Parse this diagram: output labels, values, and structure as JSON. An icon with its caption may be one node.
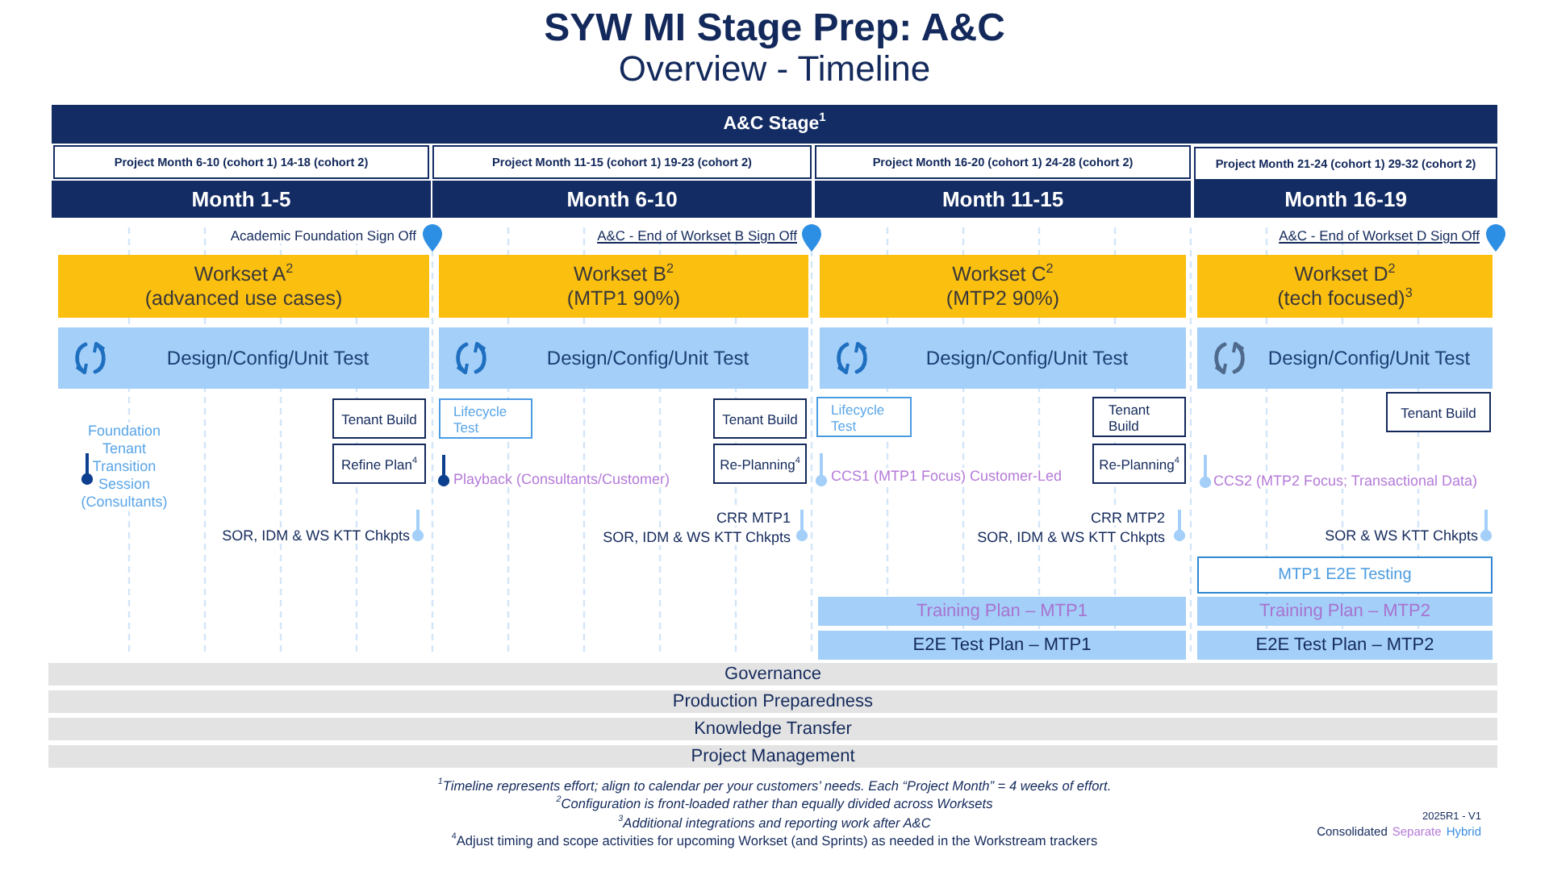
{
  "diagram": {
    "title": "**SYW MI Stage Prep: A&C** Overview - Timeline",
    "nodes": [
      {
        "text": [
          "A&C Stage$^{1}$"
        ]
      },
      {
        "text": [
          "Project Month 6-10 (cohort 1) 14-18 (cohort 2)"
        ]
      },
      {
        "text": [
          "Project Month 11-15 (cohort 1) 19-23 (cohort 2)"
        ]
      },
      {
        "text": [
          "Project Month 16-20 (cohort 1) 24-28 (cohort 2)"
        ]
      },
      {
        "text": [
          "Project Month 21-24 (cohort 1) 29-32 (cohort 2)"
        ]
      },
      {
        "text": [
          "Month 1-5"
        ]
      },
      {
        "text": [
          "Month 6-10"
        ]
      },
      {
        "text": [
          "Month 11-15"
        ]
      },
      {
        "text": [
          "Month 16-19"
        ]
      },
      {
        "text": [
          "Workset A$^{2}$",
          "(advanced use cases)"
        ]
      },
      {
        "text": [
          "Workset B$^{2}$",
          "(MTP1 90%)"
        ]
      },
      {
        "text": [
          "Workset C$^{2}$",
          "(MTP2 90%)"
        ]
      },
      {
        "text": [
          "Workset D$^{2}$",
          "(tech focused)$^{3}$"
        ]
      },
      {
        "text": [
          "Design/Config/Unit Test"
        ]
      },
      {
        "text": [
          "Design/Config/Unit Test"
        ]
      },
      {
        "text": [
          "Design/Config/Unit Test"
        ]
      },
      {
        "text": [
          "Design/Config/Unit Test"
        ]
      },
      {
        "text": [
          "Tenant Build"
        ]
      },
      {
        "text": [
          "Refine Plan$^{4}$"
        ]
      },
      {
        "text": [
          "Lifecycle Test"
        ]
      },
      {
        "text": [
          "Tenant Build"
        ]
      },
      {
        "text": [
          "Re-Planning$^{4}$"
        ]
      },
      {
        "text": [
          "Lifecycle Test"
        ]
      },
      {
        "text": [
          "Tenant Build"
        ]
      },
      {
        "text": [
          "Re-Planning$^{4}$"
        ]
      },
      {
        "text": [
          "Tenant Build"
        ]
      },
      {
        "text": [
          "MTP1 E2E Testing"
        ]
      },
      {
        "text": [
          "Training Plan – MTP1"
        ]
      },
      {
        "text": [
          "Training Plan – MTP2"
        ]
      },
      {
        "text": [
          "E2E Test Plan – MTP1"
        ]
      },
      {
        "text": [
          "E2E Test Plan – MTP2"
        ]
      },
      {
        "text": [
          "Governance"
        ]
      },
      {
        "text": [
          "Production Preparedness"
        ]
      },
      {
        "text": [
          "Knowledge Transfer"
        ]
      },
      {
        "text": [
          "Project Management"
        ]
      }
    ],
    "labels": [
      "Academic Foundation Sign Off",
      "A&C - End of Workset B Sign Off",
      "A&C - End of Workset D Sign Off",
      "Foundation Tenant Transition Session (Consultants)",
      "Playback (Consultants/Customer)",
      "CCS1 (MTP1 Focus) Customer-Led",
      "CCS2 (MTP2 Focus; Transactional Data)",
      "SOR, IDM & WS KTT Chkpts",
      "CRR MTP1",
      "SOR, IDM & WS KTT Chkpts",
      "CRR MTP2",
      "SOR, IDM & WS KTT Chkpts",
      "SOR & WS KTT Chkpts",
      "$^{1}$Timeline represents effort; align to calendar per your customers’ needs. Each “Project Month” = 4 weeks of effort.",
      "$^{2}$Configuration is front-loaded rather than equally divided across Worksets",
      "$^{3}$Additional integrations and reporting work after A&C",
      "$^{4}$Adjust timing and scope activities for upcoming Workset (and Sprints) as needed in the Workstream trackers",
      "2025R1 - V1",
      "Consolidated",
      "Separate",
      "Hybrid"
    ]
  }
}
